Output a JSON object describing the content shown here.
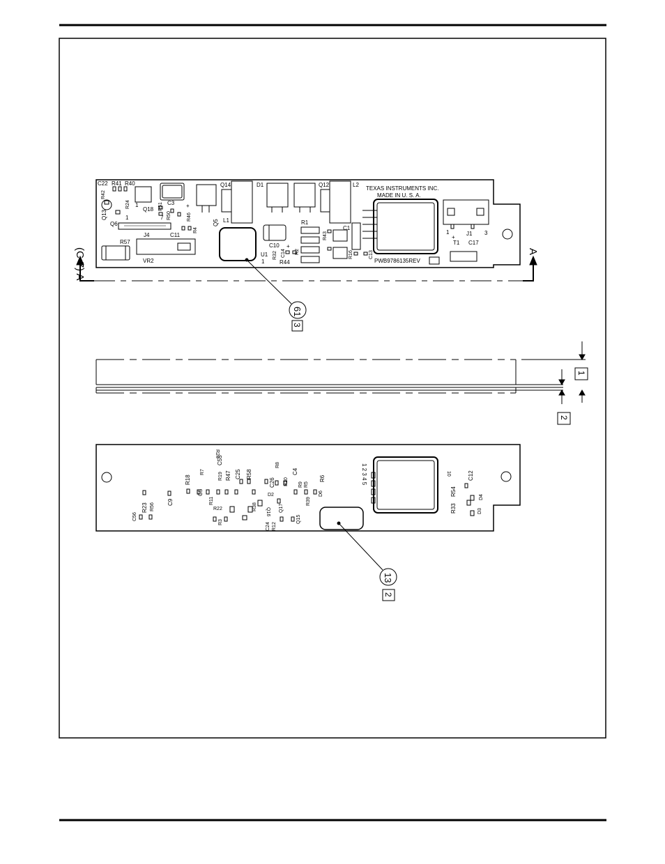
{
  "board_top": {
    "text_lines": [
      "TEXAS INSTRUMENTS INC.",
      "MADE IN U. S. A."
    ],
    "part_number": "PWB9786135REV",
    "section_label": "A",
    "section_ref": "(C-7) A",
    "labels": {
      "c22": "C22",
      "r41": "R41",
      "r40": "R40",
      "r42": "R42",
      "r24": "R24",
      "q13": "Q13",
      "q18": "Q18",
      "r51": "R51",
      "r50": "R50",
      "r46": "R46",
      "r4": "R4",
      "c3": "C3",
      "q14": "Q14",
      "d1": "D1",
      "q12": "Q12",
      "l2": "L2",
      "l1": "L1",
      "q5": "Q5",
      "q6": "Q6",
      "j4": "J4",
      "c11": "C11",
      "r57": "R57",
      "vr2": "VR2",
      "c10": "C10",
      "u1": "U1",
      "r32": "R32",
      "c14": "C14",
      "r2": "R2",
      "r44": "R44",
      "r1": "R1",
      "r43": "R43",
      "c1": "C1",
      "c13": "C13",
      "r16": "R16",
      "j1": "J1",
      "t1": "T1",
      "c17": "C17",
      "one": "1",
      "seven": "7",
      "three": "3",
      "plus": "+"
    }
  },
  "board_bottom": {
    "labels": {
      "r20": "R20",
      "c55": "C55",
      "r7": "R7",
      "r19": "R19",
      "r47": "R47",
      "c25": "C25",
      "r58": "R58",
      "r8": "R8",
      "c4": "C4",
      "r18": "R18",
      "c26": "C26",
      "r9": "R9",
      "r5": "R5",
      "r6": "R6",
      "r10": "R10",
      "c5": "C5",
      "r11": "R11",
      "d2": "D2",
      "d6": "D6",
      "r39": "R39",
      "c9": "C9",
      "r23": "R23",
      "r56": "R56",
      "c56": "C56",
      "r22": "R22",
      "r3": "R3",
      "r38": "R38",
      "q16": "Q16",
      "q17": "Q17",
      "q15": "Q15",
      "c24": "C24",
      "r12": "R12",
      "r33": "R33",
      "r54": "R54",
      "c12": "C12",
      "d3": "D3",
      "d4": "D4",
      "pins": "1 2 3 4 5",
      "ten": "10"
    }
  },
  "callouts": {
    "item_61": "61",
    "ref_3": "3",
    "item_13": "13",
    "ref_2": "2",
    "dim_ref_1": "1",
    "dim_ref_2": "2"
  }
}
